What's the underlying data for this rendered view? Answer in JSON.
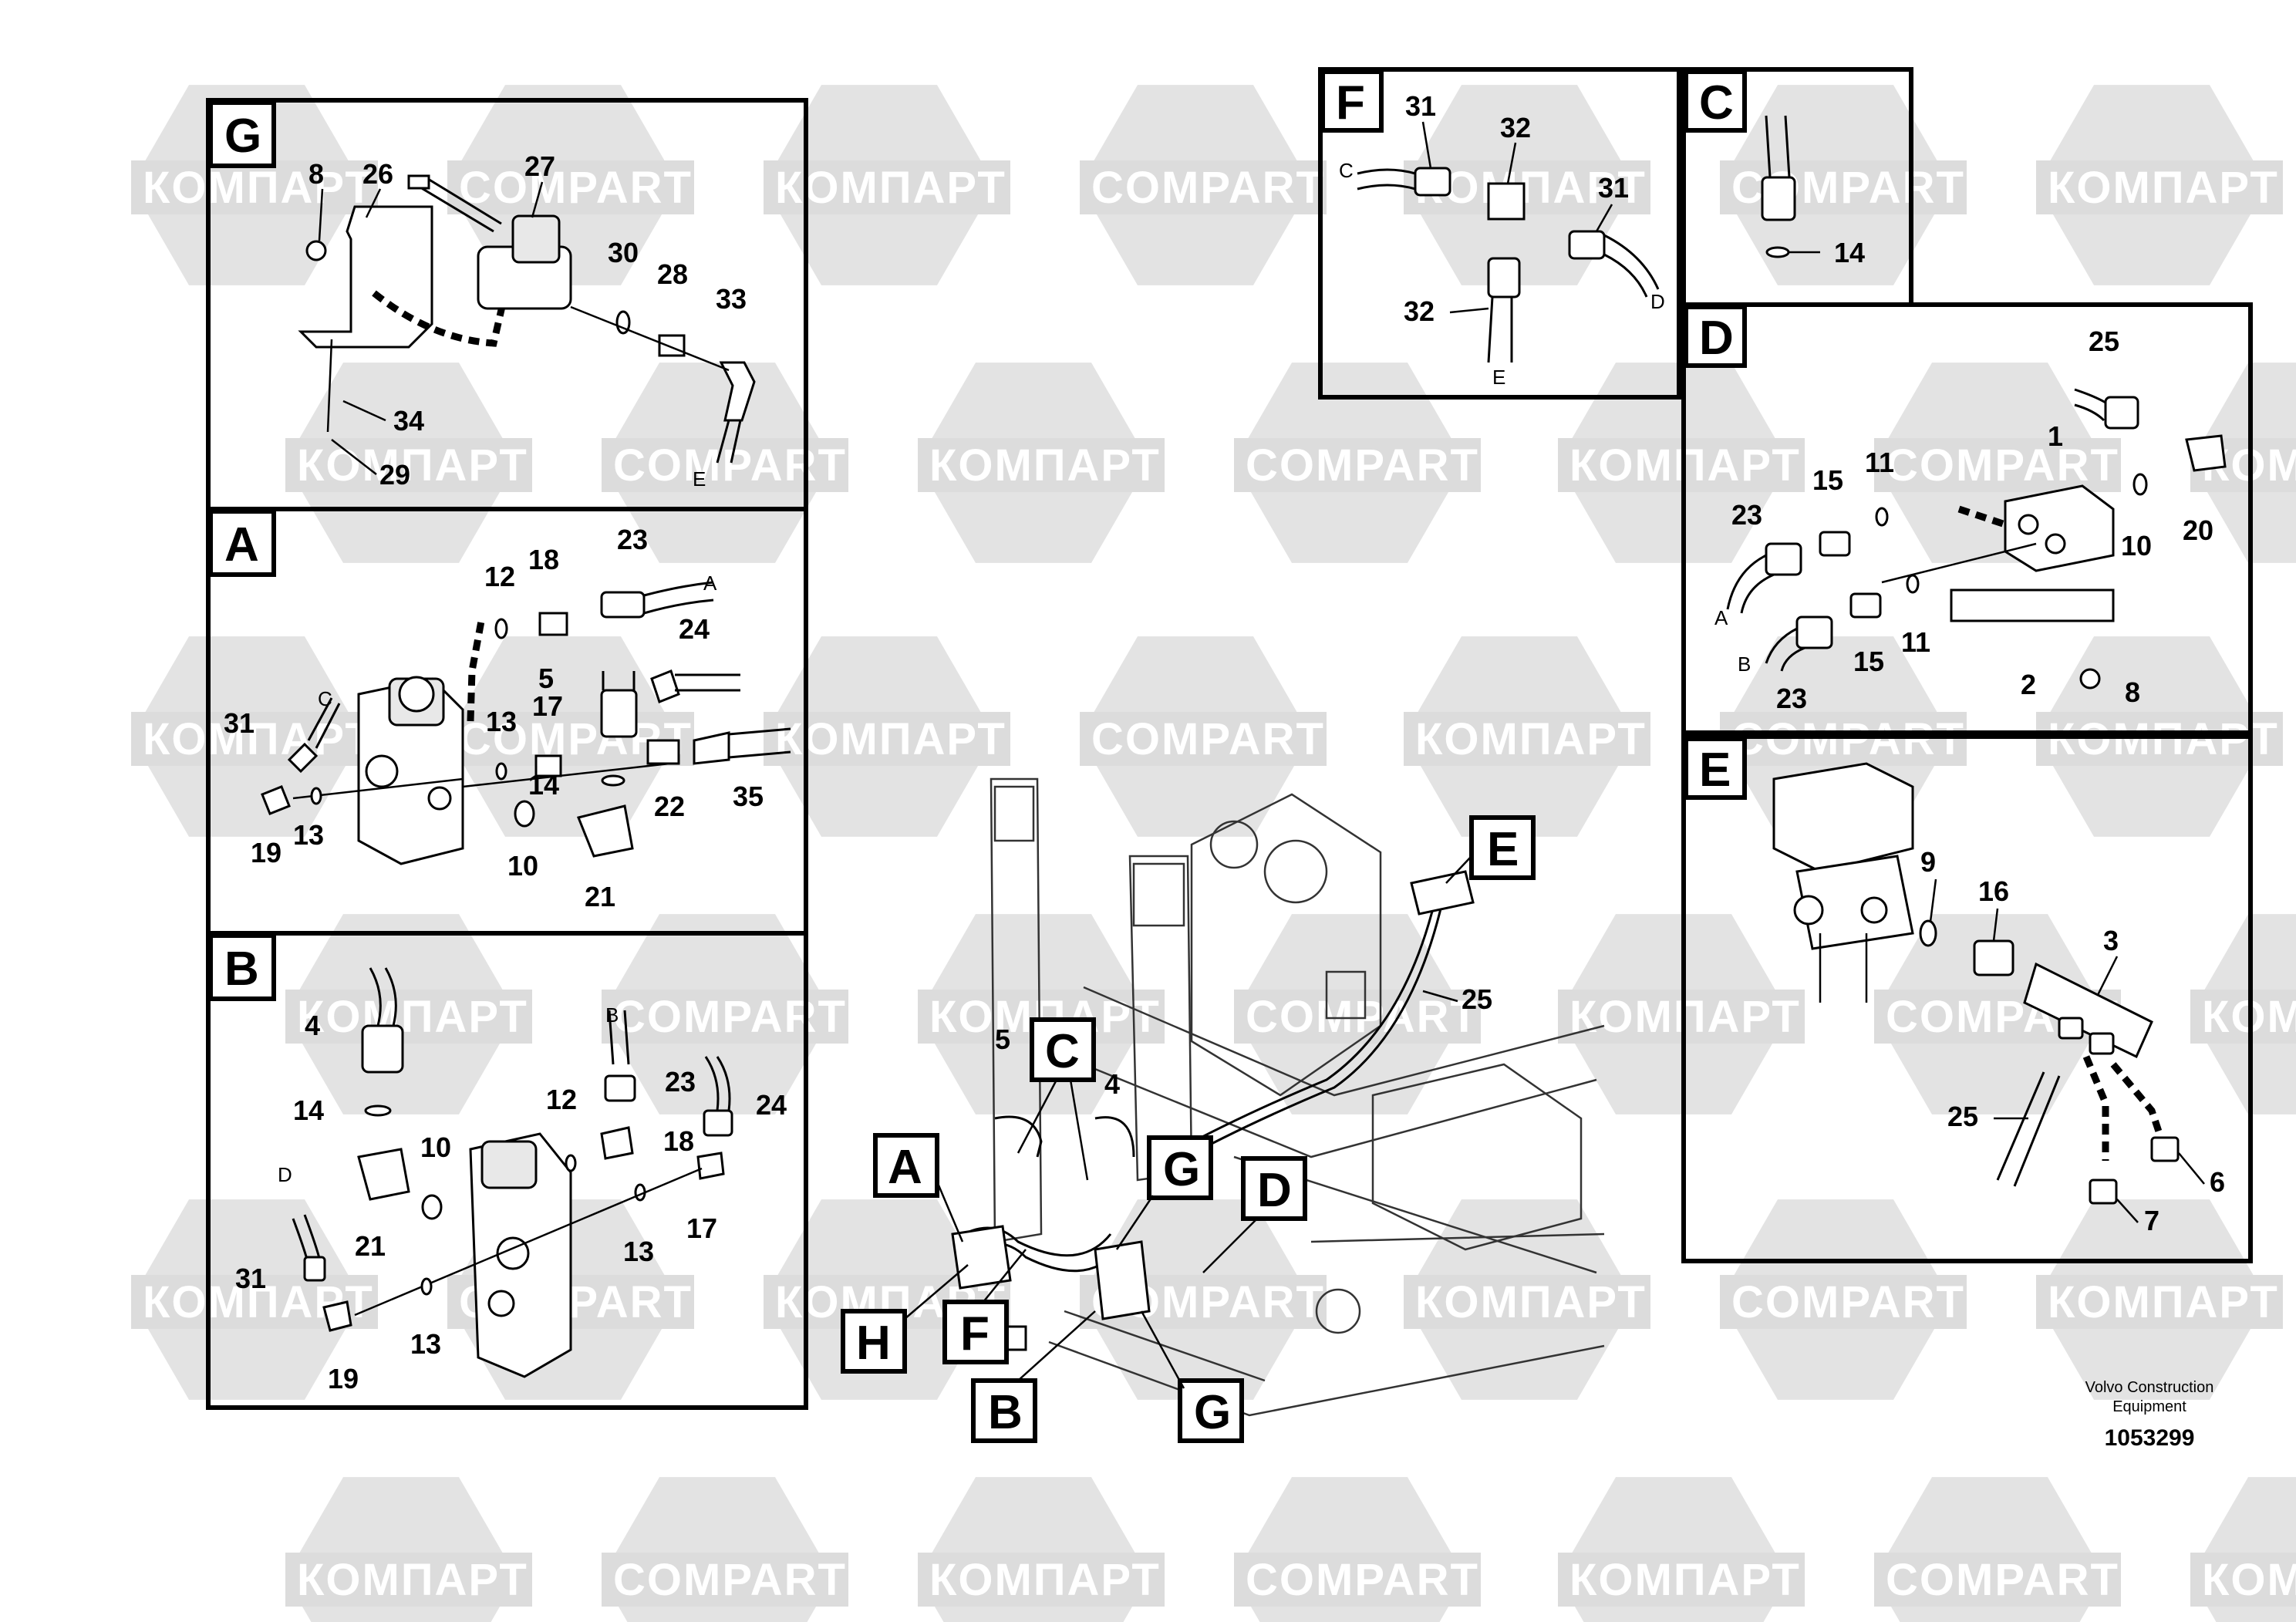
{
  "watermark": {
    "latin": "COMPART",
    "cyrillic": "КОМПАРТ"
  },
  "panels": {
    "G": {
      "letter": "G",
      "labels": [
        "8",
        "26",
        "27",
        "30",
        "28",
        "33",
        "34",
        "29",
        "E"
      ]
    },
    "A": {
      "letter": "A",
      "labels": [
        "12",
        "18",
        "23",
        "A",
        "24",
        "C",
        "5",
        "31",
        "13",
        "17",
        "14",
        "22",
        "35",
        "19",
        "13",
        "10",
        "21"
      ]
    },
    "B": {
      "letter": "B",
      "labels": [
        "4",
        "B",
        "23",
        "24",
        "14",
        "12",
        "18",
        "D",
        "10",
        "31",
        "21",
        "13",
        "17",
        "13",
        "19"
      ]
    },
    "F": {
      "letter": "F",
      "labels": [
        "31",
        "32",
        "31",
        "C",
        "D",
        "32",
        "E"
      ]
    },
    "C": {
      "letter": "C",
      "labels": [
        "14"
      ]
    },
    "D": {
      "letter": "D",
      "labels": [
        "25",
        "1",
        "15",
        "11",
        "23",
        "10",
        "20",
        "A",
        "11",
        "B",
        "15",
        "2",
        "23",
        "8"
      ]
    },
    "E": {
      "letter": "E",
      "labels": [
        "9",
        "16",
        "3",
        "25",
        "6",
        "7"
      ]
    }
  },
  "overview": {
    "locators": [
      "C",
      "E",
      "A",
      "G",
      "D",
      "H",
      "F",
      "B",
      "G"
    ],
    "labels": [
      "5",
      "4",
      "25"
    ]
  },
  "footer": {
    "company_line1": "Volvo Construction",
    "company_line2": "Equipment",
    "drawing_number": "1053299"
  }
}
